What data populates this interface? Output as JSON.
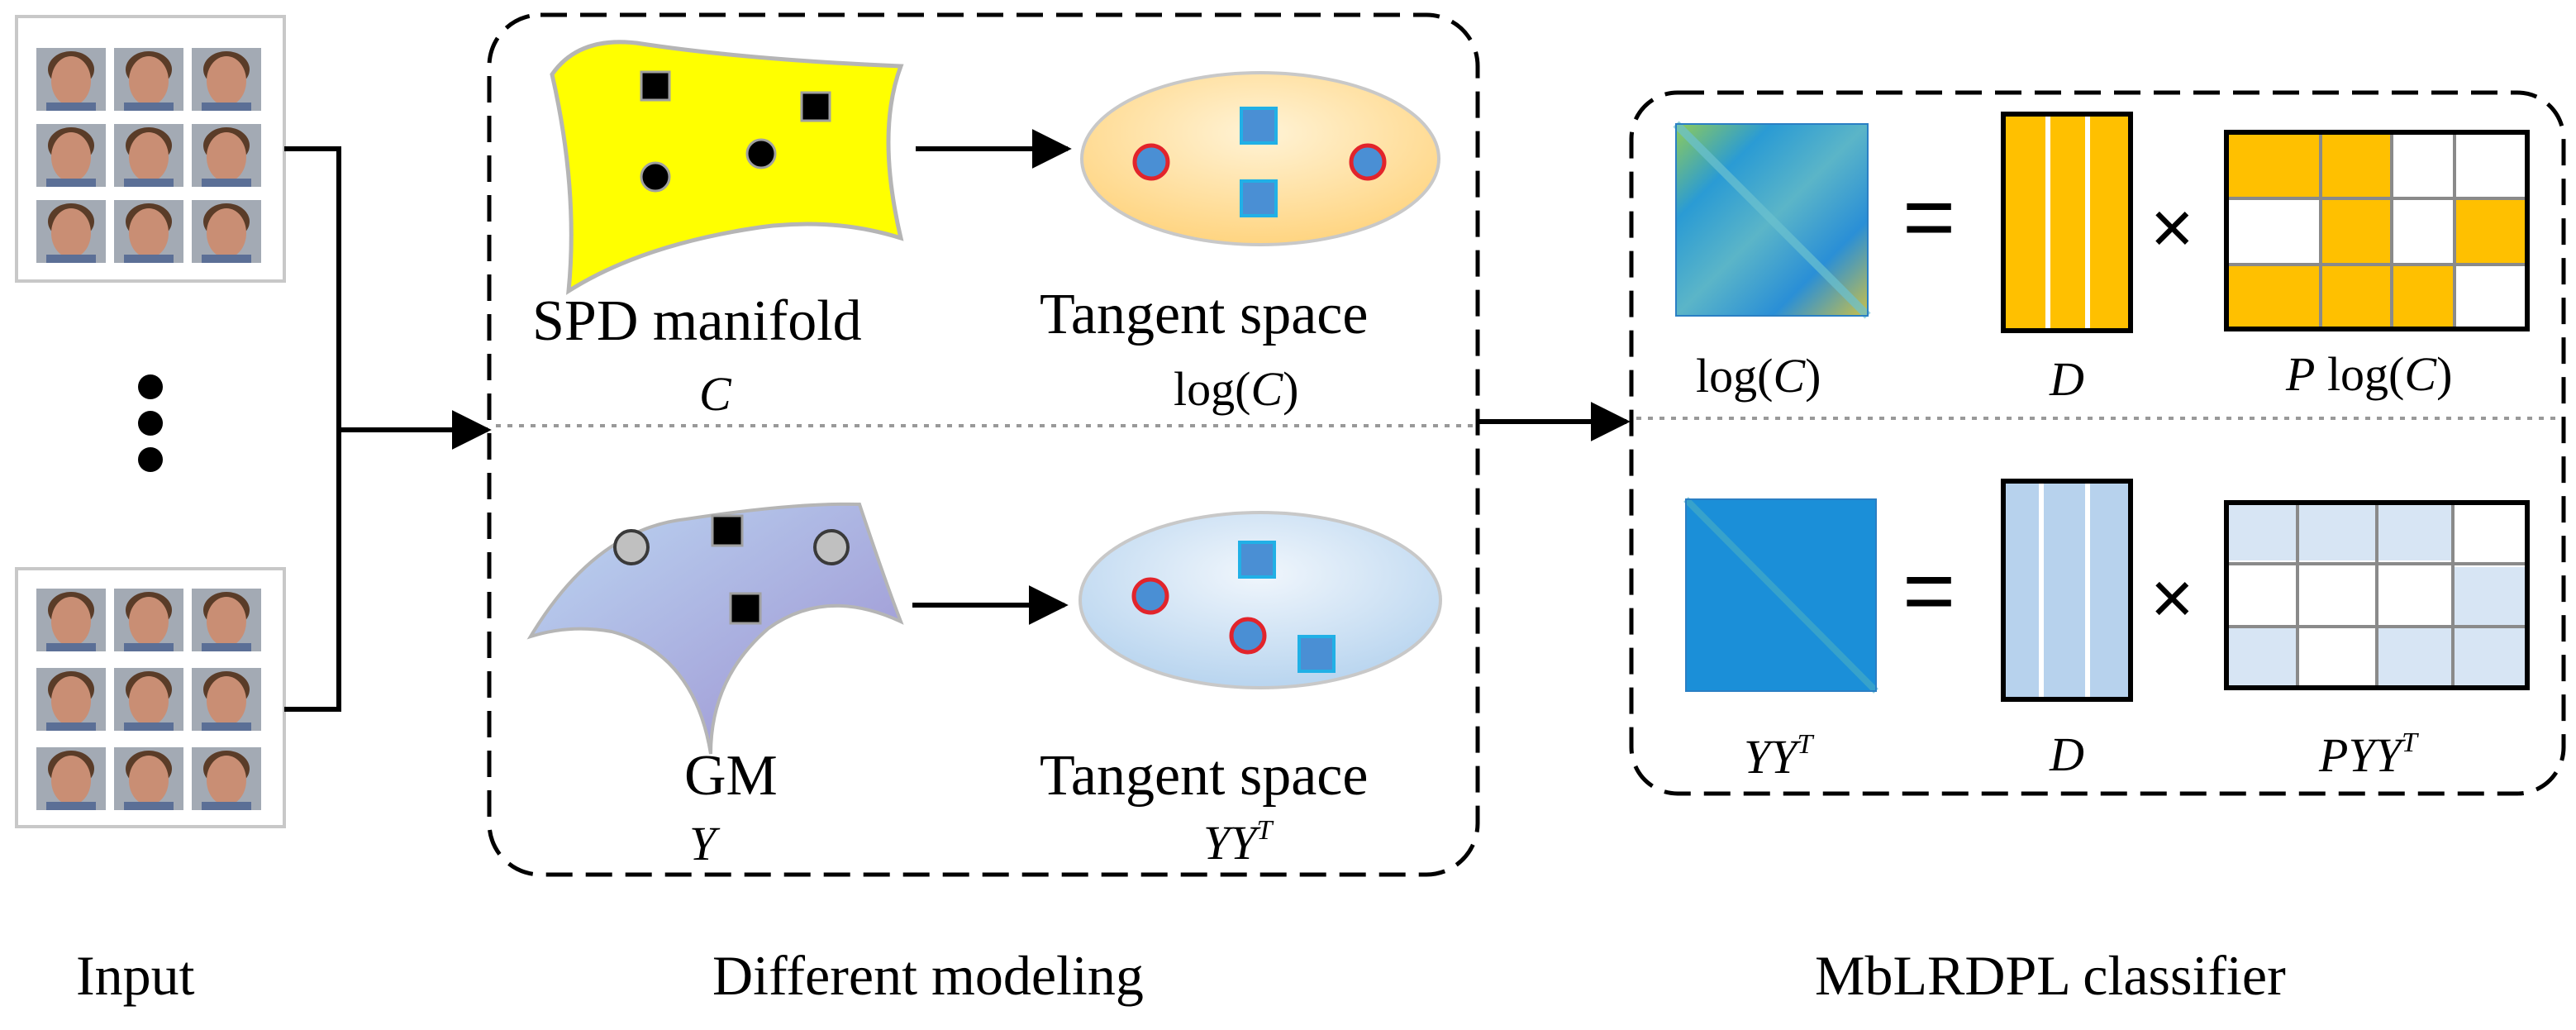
{
  "colors": {
    "manifold_fill": "#ffff00",
    "tangent_warm": "#ffd98a",
    "tangent_cool": "#bad7ee",
    "square_blue": "#4a8fd4",
    "circle_red": "#e2242b",
    "matrix_orange": "#ffc000",
    "matrix_light": "#d7e5f4",
    "heatmap_blue": "#1b8fd8"
  },
  "sections": {
    "input": "Input",
    "modeling": "Different modeling",
    "classifier": "MbLRDPL classifier"
  },
  "modeling": {
    "top": {
      "manifold_title": "SPD manifold",
      "manifold_symbol": "C",
      "tangent_title": "Tangent space",
      "tangent_symbol_prefix": "log(",
      "tangent_symbol_var": "C",
      "tangent_symbol_suffix": ")"
    },
    "bottom": {
      "manifold_title": "GM",
      "manifold_symbol": "Y",
      "tangent_title": "Tangent space",
      "tangent_symbol": "YY",
      "tangent_symbol_sup": "T"
    }
  },
  "classifier": {
    "top": {
      "lhs_prefix": "log(",
      "lhs_var": "C",
      "lhs_suffix": ")",
      "dict": "D",
      "code_var": "P",
      "code_prefix": " log(",
      "code_arg": "C",
      "code_suffix": ")"
    },
    "bottom": {
      "lhs": "YY",
      "lhs_sup": "T",
      "dict": "D",
      "code": "PYY",
      "code_sup": "T"
    },
    "operators": {
      "equals": "=",
      "times": "×"
    }
  }
}
